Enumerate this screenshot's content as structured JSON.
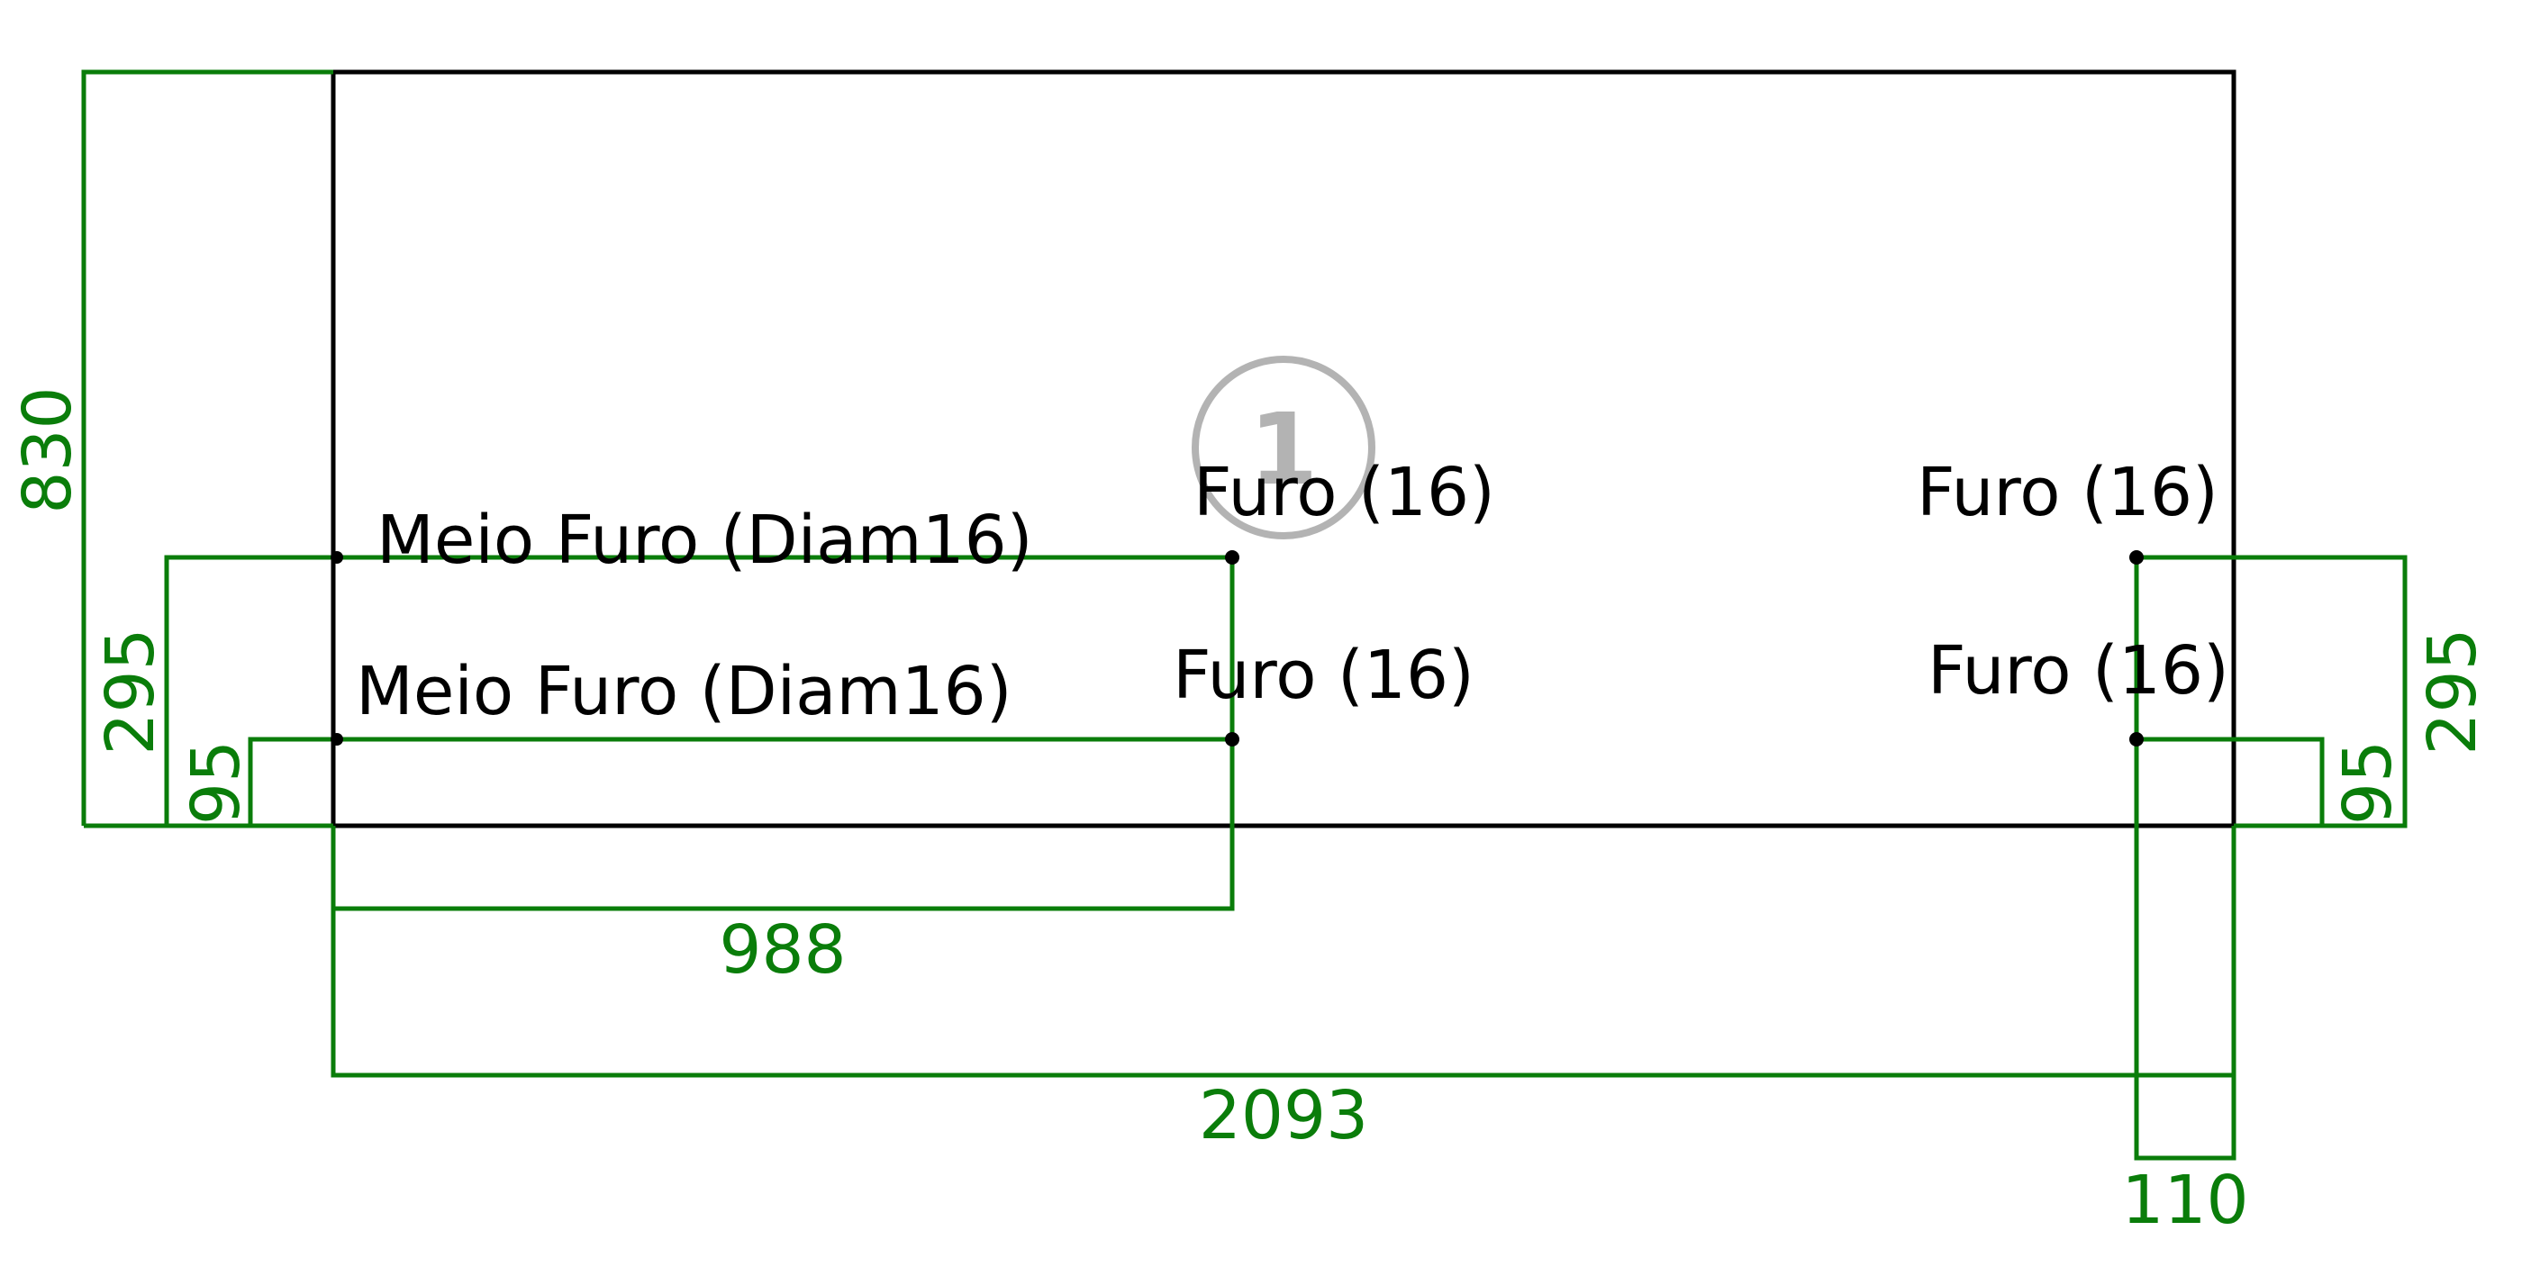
{
  "colors": {
    "outline": "#000000",
    "dimension": "#0a7d0a",
    "marker": "#b3b3b3",
    "background": "#ffffff"
  },
  "piece": {
    "marker_number": "1"
  },
  "hole_labels": {
    "half_hole_upper": "Meio Furo (Diam16)",
    "half_hole_lower": "Meio Furo (Diam16)",
    "mid_hole_upper": "Furo (16)",
    "mid_hole_lower": "Furo (16)",
    "right_hole_upper": "Furo (16)",
    "right_hole_lower": "Furo (16)"
  },
  "dimensions": {
    "height_total": "830",
    "left_upper_offset": "295",
    "left_lower_offset": "95",
    "right_upper_offset": "295",
    "right_lower_offset": "95",
    "mid_hole_x": "988",
    "width_total": "2093",
    "right_hole_inset": "110"
  }
}
